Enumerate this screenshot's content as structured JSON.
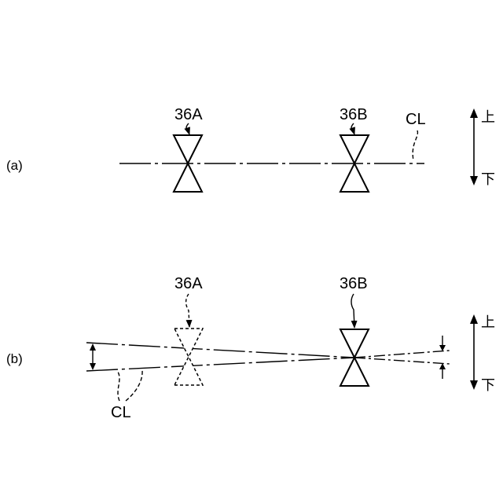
{
  "panels": [
    {
      "id": "a",
      "label": "(a)",
      "valve_left": "36A",
      "valve_right": "36B",
      "axis_label": "CL",
      "up_label": "上",
      "down_label": "下"
    },
    {
      "id": "b",
      "label": "(b)",
      "valve_left": "36A",
      "valve_right": "36B",
      "axis_label": "CL",
      "up_label": "上",
      "down_label": "下"
    }
  ]
}
